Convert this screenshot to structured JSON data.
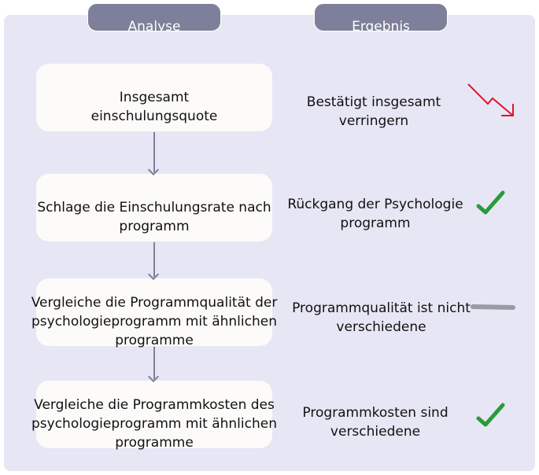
{
  "headers": {
    "analysis": "Analyse",
    "result": "Ergebnis"
  },
  "steps": [
    {
      "analysis": "Insgesamt einschulungsquote",
      "analysis_lines": [
        "Insgesamt",
        "einschulungsquote"
      ],
      "result_lines": [
        "Bestätigt insgesamt",
        "verringern"
      ],
      "icon": "trend-down-icon"
    },
    {
      "analysis_lines": [
        "Schlage die Einschulungsrate nach",
        "programm"
      ],
      "result_lines": [
        "Rückgang der Psychologie",
        "programm"
      ],
      "icon": "check-icon"
    },
    {
      "analysis_lines": [
        "Vergleiche die Programmqualität der",
        "psychologieprogramm mit ähnlichen",
        "programme"
      ],
      "result_lines": [
        "Programmqualität ist nicht",
        "verschiedene"
      ],
      "icon": "dash-icon"
    },
    {
      "analysis_lines": [
        "Vergleiche die Programmkosten des",
        "psychologieprogramm mit ähnlichen",
        "programme"
      ],
      "result_lines": [
        "Programmkosten sind",
        "verschiedene"
      ],
      "icon": "check-icon"
    }
  ],
  "colors": {
    "down": "#e0142e",
    "check": "#2a9a3c",
    "dash": "#9a9aa6"
  }
}
